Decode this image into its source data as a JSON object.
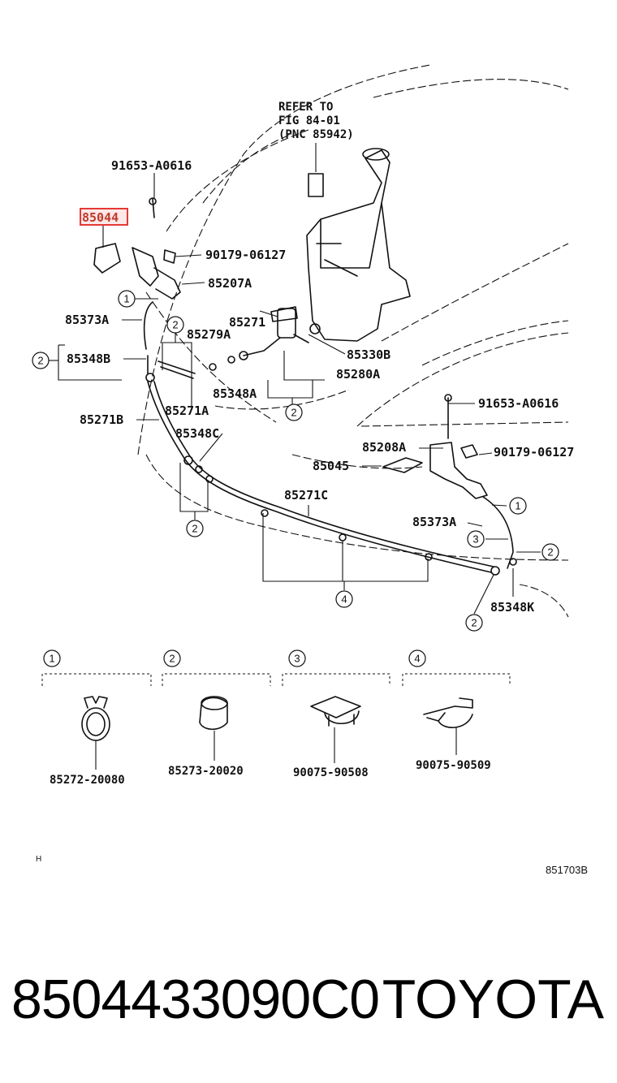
{
  "refer_note": [
    "REFER TO",
    "FIG 84-01",
    "(PNC 85942)"
  ],
  "highlighted_part": "85044",
  "labels": {
    "p91653_top": "91653-A0616",
    "p90179_top": "90179-06127",
    "p85207A": "85207A",
    "p85373A_left": "85373A",
    "p85279A": "85279A",
    "p85271": "85271",
    "p85348B": "85348B",
    "p85330B": "85330B",
    "p85280A": "85280A",
    "p85348A": "85348A",
    "p85271A": "85271A",
    "p85271B": "85271B",
    "p91653_right": "91653-A0616",
    "p85348C": "85348C",
    "p85208A": "85208A",
    "p90179_right": "90179-06127",
    "p85045": "85045",
    "p85271C": "85271C",
    "p85373A_right": "85373A",
    "p85348K": "85348K"
  },
  "callouts": {
    "c1": "1",
    "c2": "2",
    "c3": "3",
    "c4": "4"
  },
  "legend": [
    {
      "num": "1",
      "part": "85272-20080"
    },
    {
      "num": "2",
      "part": "85273-20020"
    },
    {
      "num": "3",
      "part": "90075-90508"
    },
    {
      "num": "4",
      "part": "90075-90509"
    }
  ],
  "corner_mark": "H",
  "figure_code": "851703B",
  "footer": {
    "part_code": "8504433090C0",
    "brand": "TOYOTA"
  }
}
